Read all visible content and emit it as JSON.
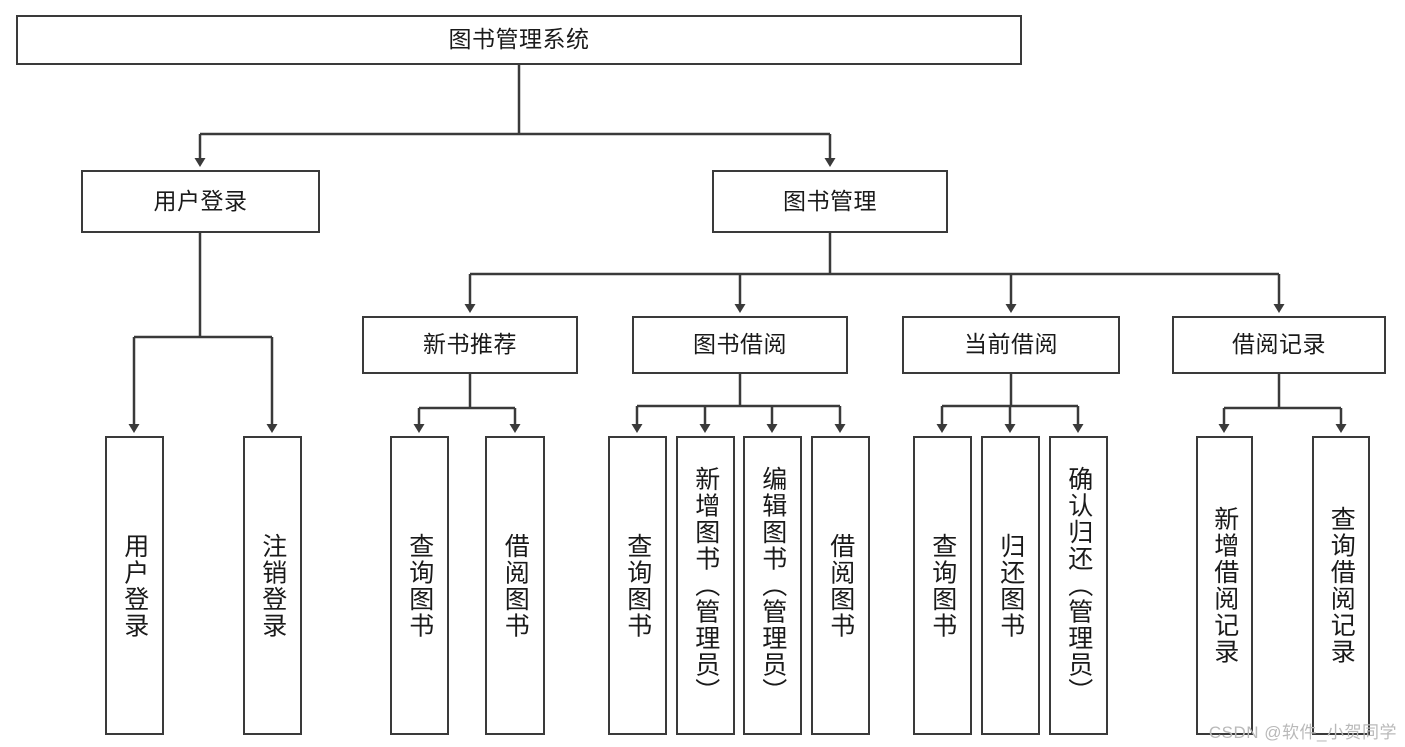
{
  "diagram": {
    "title": "图书管理系统",
    "watermark": "CSDN @软件_小贺同学",
    "colors": {
      "stroke": "#3a3a3a",
      "fill": "#ffffff",
      "text": "#1a1a1a",
      "watermark": "#b9b9b9"
    },
    "root": {
      "label": "图书管理系统"
    },
    "level2": [
      {
        "label": "用户登录"
      },
      {
        "label": "图书管理"
      }
    ],
    "level3": [
      {
        "label": "新书推荐"
      },
      {
        "label": "图书借阅"
      },
      {
        "label": "当前借阅"
      },
      {
        "label": "借阅记录"
      }
    ],
    "leaves": {
      "user_login": [
        {
          "label": "用户登录"
        },
        {
          "label": "注销登录"
        }
      ],
      "new_book_recommend": [
        {
          "label": "查询图书"
        },
        {
          "label": "借阅图书"
        }
      ],
      "book_borrow": [
        {
          "label": "查询图书"
        },
        {
          "label": "新增图书（管理员）"
        },
        {
          "label": "编辑图书（管理员）"
        },
        {
          "label": "借阅图书"
        }
      ],
      "current_borrow": [
        {
          "label": "查询图书"
        },
        {
          "label": "归还图书"
        },
        {
          "label": "确认归还（管理员）"
        }
      ],
      "borrow_record": [
        {
          "label": "新增借阅记录"
        },
        {
          "label": "查询借阅记录"
        }
      ]
    }
  }
}
